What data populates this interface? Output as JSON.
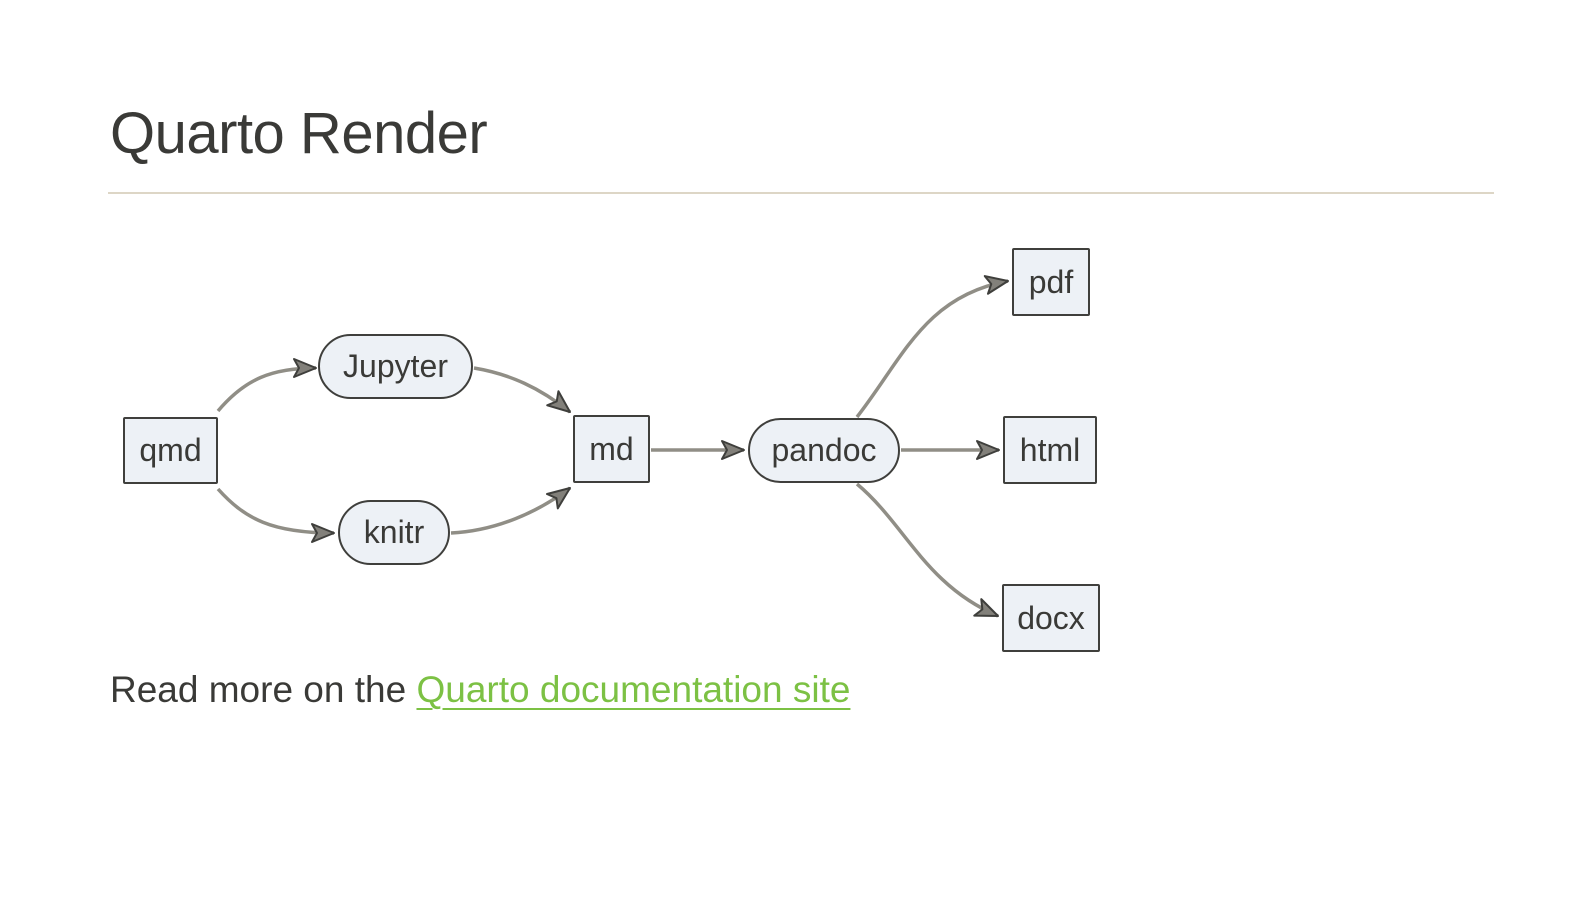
{
  "page": {
    "title": "Quarto Render"
  },
  "diagram": {
    "nodes": [
      {
        "id": "qmd",
        "label": "qmd",
        "shape": "rectangle"
      },
      {
        "id": "jupyter",
        "label": "Jupyter",
        "shape": "stadium"
      },
      {
        "id": "knitr",
        "label": "knitr",
        "shape": "stadium"
      },
      {
        "id": "md",
        "label": "md",
        "shape": "rectangle"
      },
      {
        "id": "pandoc",
        "label": "pandoc",
        "shape": "stadium"
      },
      {
        "id": "pdf",
        "label": "pdf",
        "shape": "rectangle"
      },
      {
        "id": "html",
        "label": "html",
        "shape": "rectangle"
      },
      {
        "id": "docx",
        "label": "docx",
        "shape": "rectangle"
      }
    ],
    "edges": [
      {
        "from": "qmd",
        "to": "jupyter"
      },
      {
        "from": "qmd",
        "to": "knitr"
      },
      {
        "from": "jupyter",
        "to": "md"
      },
      {
        "from": "knitr",
        "to": "md"
      },
      {
        "from": "md",
        "to": "pandoc"
      },
      {
        "from": "pandoc",
        "to": "pdf"
      },
      {
        "from": "pandoc",
        "to": "html"
      },
      {
        "from": "pandoc",
        "to": "docx"
      }
    ]
  },
  "footer": {
    "prefix": "Read more on the ",
    "link_label": "Quarto documentation site"
  },
  "colors": {
    "node_fill": "#edf1f6",
    "node_border": "#3f3f3c",
    "edge": "#908e86",
    "arrow_fill": "#82807a",
    "text": "#3a3a37",
    "link": "#7cc144",
    "rule": "#ddd6c6",
    "background": "#ffffff"
  }
}
